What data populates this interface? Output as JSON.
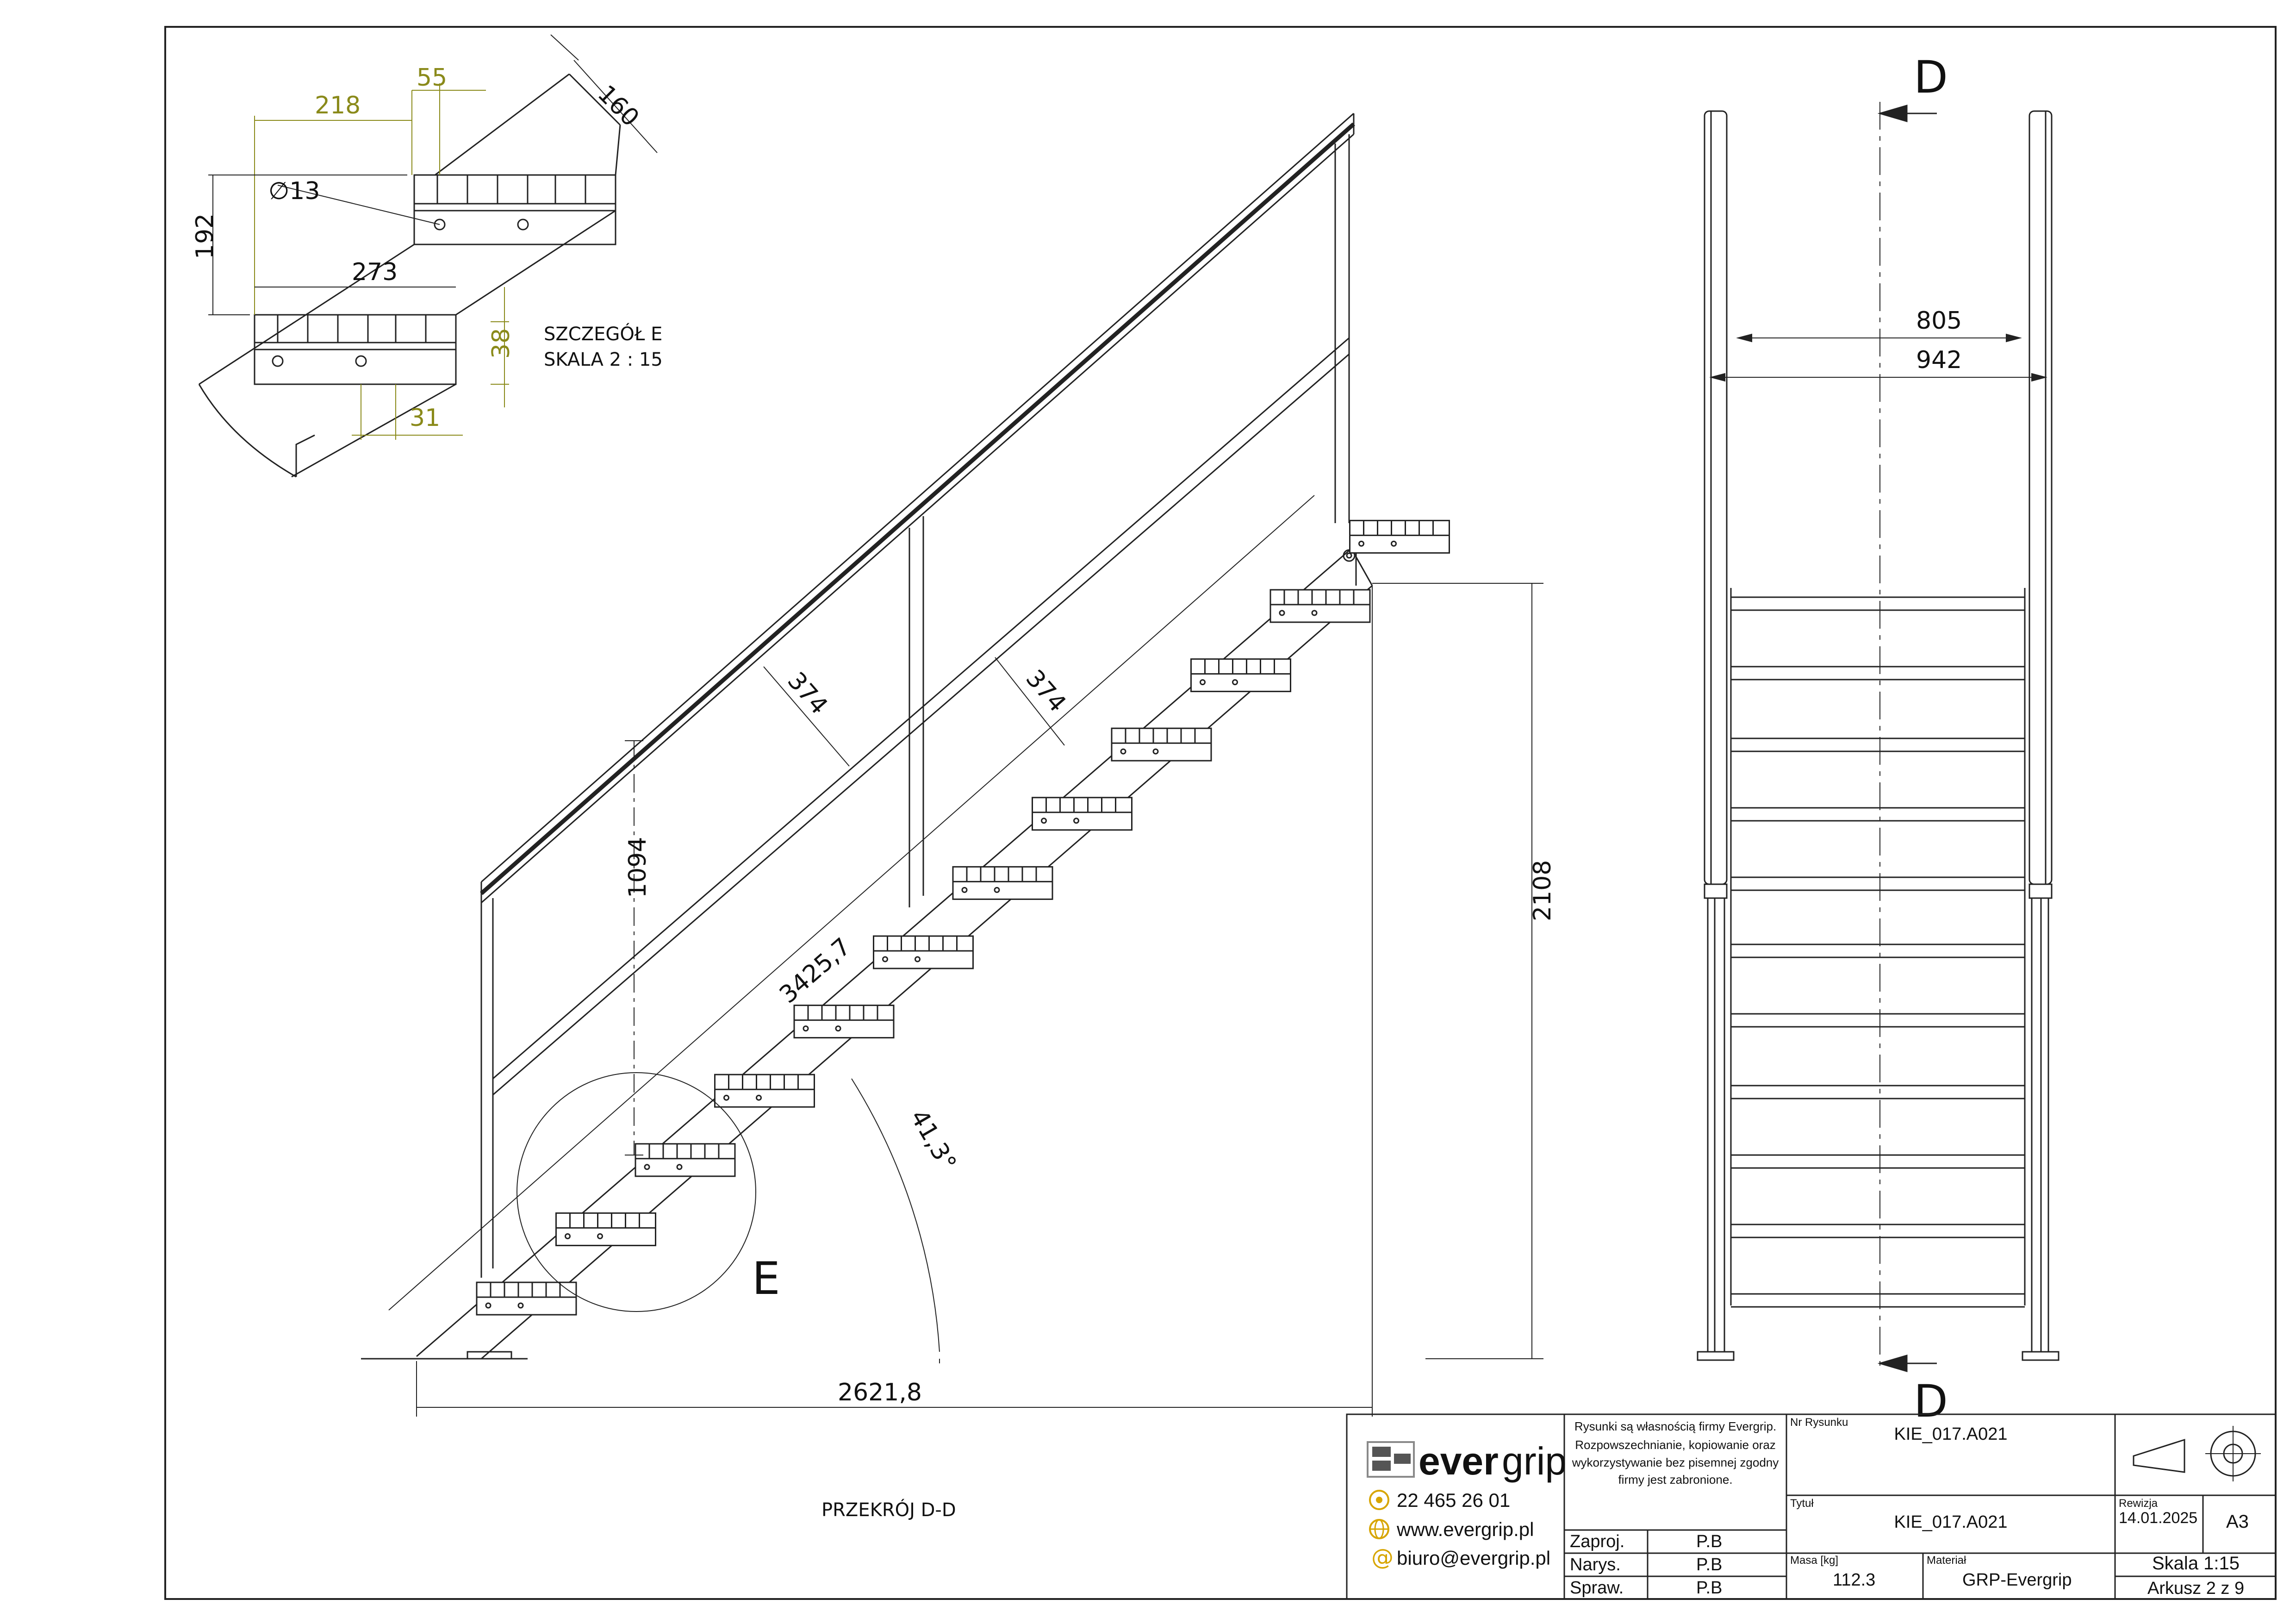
{
  "section_label": "PRZEKRÓJ D-D",
  "detail": {
    "title": "SZCZEGÓŁ E",
    "scale": "SKALA 2 : 15",
    "marker": "E",
    "dims": {
      "d218": "218",
      "d55": "55",
      "d160": "160",
      "d13": "∅13",
      "d192": "192",
      "d273": "273",
      "d38": "38",
      "d31": "31"
    }
  },
  "side_view": {
    "dims": {
      "rail_spacing_1": "374",
      "rail_spacing_2": "374",
      "height_rail": "1094",
      "length": "3425,7",
      "angle": "41,3°",
      "total_height": "2108",
      "total_length": "2621,8"
    }
  },
  "front_view": {
    "section_letter_top": "D",
    "section_letter_bottom": "D",
    "dims": {
      "inner_width": "805",
      "outer_width": "942"
    }
  },
  "title_block": {
    "brand_ever": "ever",
    "brand_grip": "grip",
    "notice": [
      "Rysunki są własnością firmy Evergrip.",
      "Rozpowszechnianie, kopiowanie oraz",
      "wykorzystywanie bez pisemnej zgodny",
      "firmy jest zabronione."
    ],
    "phone": "22 465 26 01",
    "website": "www.evergrip.pl",
    "email": "biuro@evergrip.pl",
    "roles": [
      {
        "label": "Zaproj.",
        "value": "P.B"
      },
      {
        "label": "Narys.",
        "value": "P.B"
      },
      {
        "label": "Spraw.",
        "value": "P.B"
      }
    ],
    "drawing_no_label": "Nr Rysunku",
    "drawing_no": "KIE_017.A021",
    "title_label": "Tytuł",
    "title": "KIE_017.A021",
    "revision_label": "Rewizja",
    "revision_date": "14.01.2025",
    "sheet_format": "A3",
    "mass_label": "Masa [kg]",
    "mass": "112.3",
    "material_label": "Materiał",
    "material": "GRP-Evergrip",
    "scale": "Skala 1:15",
    "sheet": "Arkusz 2 z 9"
  }
}
